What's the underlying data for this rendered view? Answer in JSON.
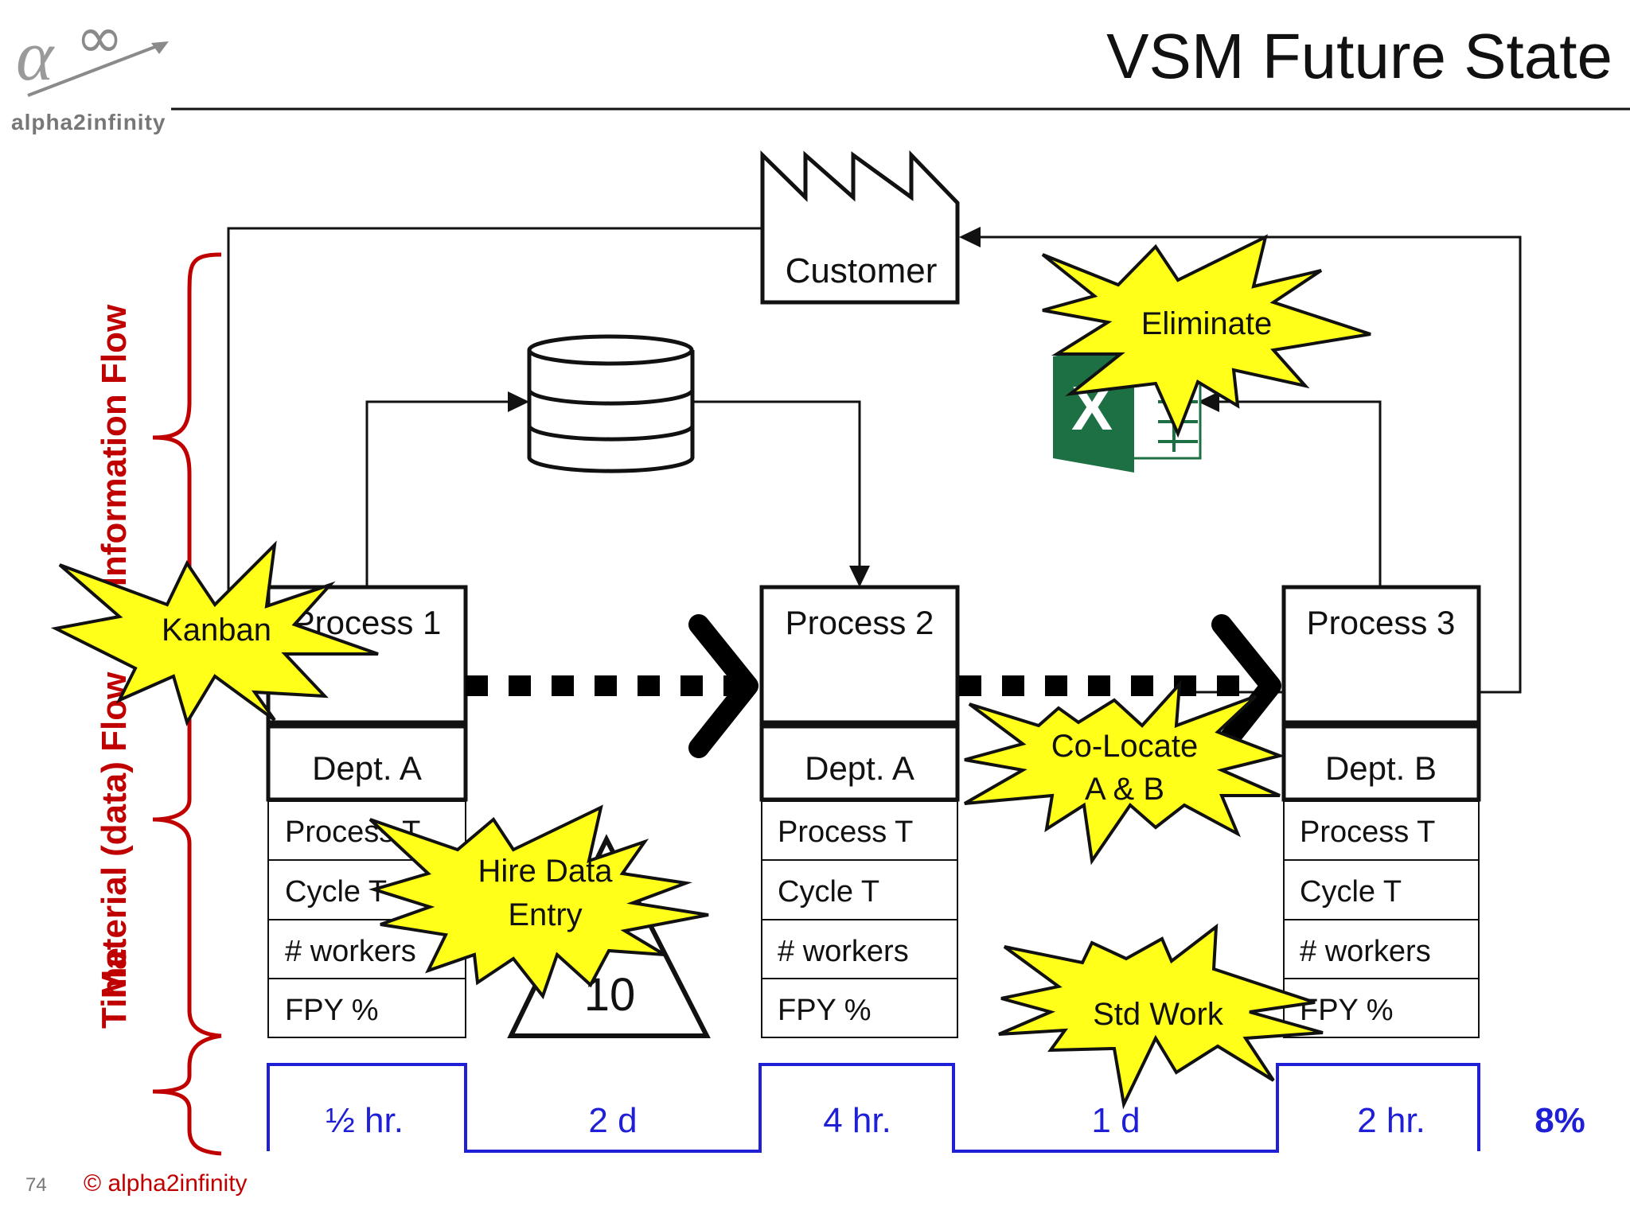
{
  "slide": {
    "title": "VSM Future State",
    "page_number": "74",
    "copyright": "© alpha2infinity"
  },
  "logo": {
    "brand": "alpha2infinity"
  },
  "side_labels": {
    "time": "Time",
    "material_flow": "Material (data) Flow",
    "information_flow": "Information Flow"
  },
  "customer": {
    "label": "Customer"
  },
  "processes": [
    {
      "name": "Process 1",
      "dept": "Dept. A",
      "rows": [
        "Process T",
        "Cycle T",
        "# workers",
        "FPY %"
      ]
    },
    {
      "name": "Process 2",
      "dept": "Dept. A",
      "rows": [
        "Process T",
        "Cycle T",
        "# workers",
        "FPY %"
      ]
    },
    {
      "name": "Process 3",
      "dept": "Dept. B",
      "rows": [
        "Process T",
        "Cycle T",
        "# workers",
        "FPY %"
      ]
    }
  ],
  "inventory": {
    "count": "10"
  },
  "bursts": {
    "kanban": "Kanban",
    "eliminate": "Eliminate",
    "hire_line1": "Hire Data",
    "hire_line2": "Entry",
    "colocate_line1": "Co-Locate",
    "colocate_line2": "A & B",
    "stdwork": "Std Work"
  },
  "timeline": {
    "values": [
      "½ hr.",
      "2 d",
      "4 hr.",
      "1 d",
      "2 hr."
    ],
    "summary": "8%"
  },
  "colors": {
    "accent_red": "#c00000",
    "timeline_blue": "#1f1fd6",
    "burst_yellow": "#ffff1a",
    "excel_green": "#1d7044"
  }
}
